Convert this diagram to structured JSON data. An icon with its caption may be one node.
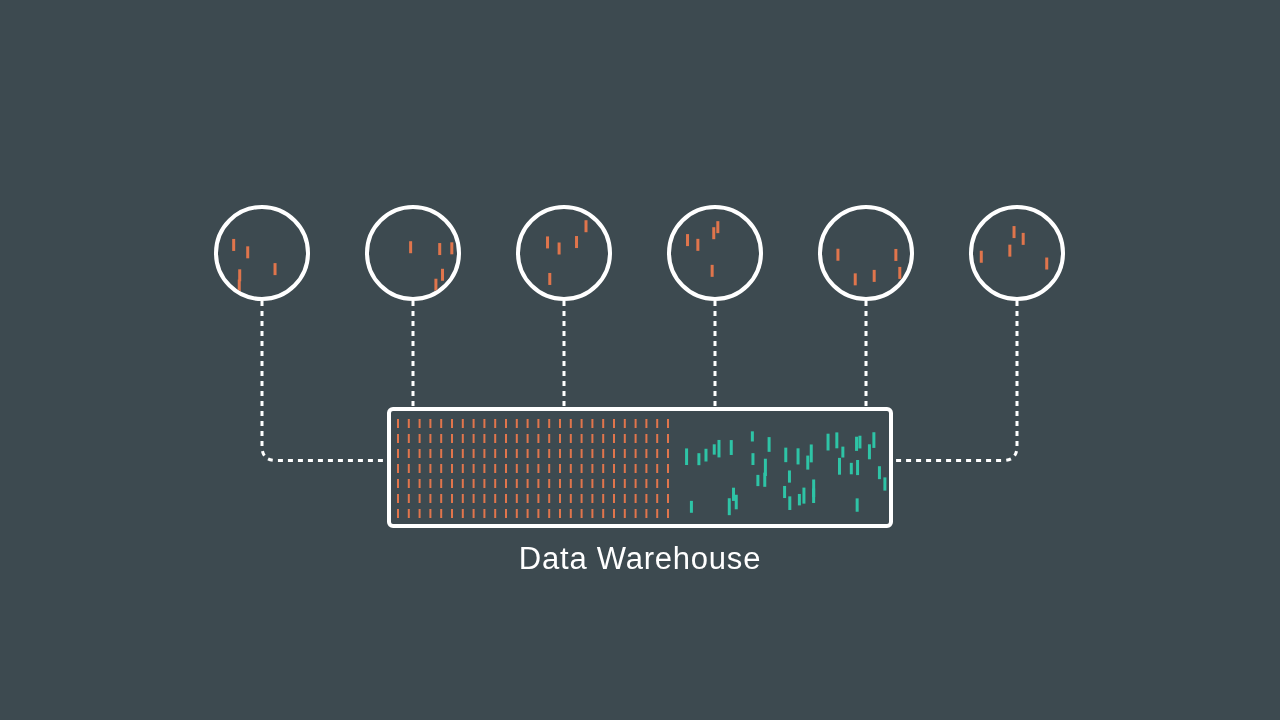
{
  "diagram": {
    "nodes": [
      {
        "text": [],
        "shape": "circle"
      },
      {
        "text": [],
        "shape": "circle"
      },
      {
        "text": [],
        "shape": "circle"
      },
      {
        "text": [],
        "shape": "circle"
      },
      {
        "text": [],
        "shape": "circle"
      },
      {
        "text": [],
        "shape": "circle"
      },
      {
        "text": [
          "Data Warehouse"
        ]
      }
    ],
    "edges": [
      {
        "from": 0,
        "to": 6,
        "arrow": "none",
        "style": "dashed"
      },
      {
        "from": 1,
        "to": 6,
        "arrow": "none",
        "style": "dashed"
      },
      {
        "from": 2,
        "to": 6,
        "arrow": "none",
        "style": "dashed"
      },
      {
        "from": 3,
        "to": 6,
        "arrow": "none",
        "style": "dashed"
      },
      {
        "from": 4,
        "to": 6,
        "arrow": "none",
        "style": "dashed"
      },
      {
        "from": 5,
        "to": 6,
        "arrow": "none",
        "style": "dashed"
      }
    ]
  }
}
